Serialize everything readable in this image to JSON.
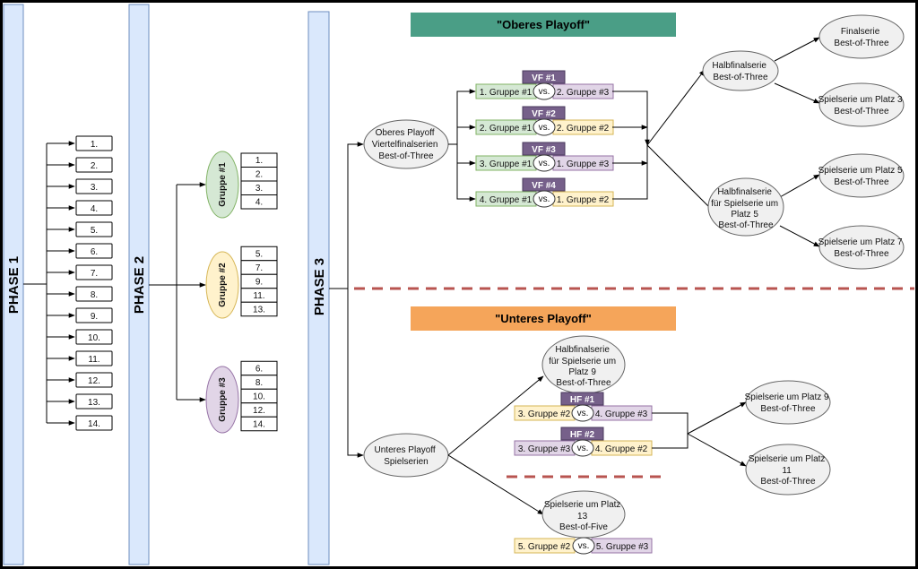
{
  "phases": {
    "p1": "PHASE 1",
    "p2": "PHASE 2",
    "p3": "PHASE 3"
  },
  "phase1_slots": [
    "1.",
    "2.",
    "3.",
    "4.",
    "5.",
    "6.",
    "7.",
    "8.",
    "9.",
    "10.",
    "11.",
    "12.",
    "13.",
    "14."
  ],
  "phase2": {
    "groups": [
      {
        "name": "Gruppe #1",
        "slots": [
          "1.",
          "2.",
          "3.",
          "4."
        ]
      },
      {
        "name": "Gruppe #2",
        "slots": [
          "5.",
          "7.",
          "9.",
          "11.",
          "13."
        ]
      },
      {
        "name": "Gruppe #3",
        "slots": [
          "6.",
          "8.",
          "10.",
          "12.",
          "14."
        ]
      }
    ]
  },
  "upper": {
    "title": "\"Oberes Playoff\"",
    "root": [
      "Oberes Playoff",
      "Viertelfinalserien",
      "Best-of-Three"
    ],
    "vs": "vs.",
    "matches": [
      {
        "label": "VF #1",
        "a": "1. Gruppe #1",
        "b": "2. Gruppe #3"
      },
      {
        "label": "VF #2",
        "a": "2. Gruppe #1",
        "b": "2. Gruppe #2"
      },
      {
        "label": "VF #3",
        "a": "3. Gruppe #1",
        "b": "1. Gruppe #3"
      },
      {
        "label": "VF #4",
        "a": "4. Gruppe #1",
        "b": "1. Gruppe #2"
      }
    ],
    "semi1": [
      "Halbfinalserie",
      "Best-of-Three"
    ],
    "semi2": [
      "Halbfinalserie",
      "für Spielserie um",
      "Platz 5",
      "Best-of-Three"
    ],
    "final": [
      "Finalserie",
      "Best-of-Three"
    ],
    "p3": [
      "Spielserie um Platz 3",
      "Best-of-Three"
    ],
    "p5": [
      "Spielserie um Platz 5",
      "Best-of-Three"
    ],
    "p7": [
      "Spielserie um Platz 7",
      "Best-of-Three"
    ]
  },
  "lower": {
    "title": "\"Unteres Playoff\"",
    "root": [
      "Unteres Playoff",
      "Spielserien"
    ],
    "semi": [
      "Halbfinalserie",
      "für Spielserie um",
      "Platz 9",
      "Best-of-Three"
    ],
    "vs": "vs.",
    "matches": [
      {
        "label": "HF #1",
        "a": "3. Gruppe #2",
        "b": "4. Gruppe #3"
      },
      {
        "label": "HF #2",
        "a": "3. Gruppe #3",
        "b": "4. Gruppe #2"
      }
    ],
    "p9": [
      "Spielserie um Platz 9",
      "Best-of-Three"
    ],
    "p11": [
      "Spielserie um Platz",
      "11",
      "Best-of-Three"
    ],
    "p13": [
      "Spielserie um Platz",
      "13",
      "Best-of-Five"
    ],
    "p13_match": {
      "a": "5. Gruppe #2",
      "b": "5. Gruppe #3"
    }
  },
  "colors": {
    "phase_bar": "#dae8fc",
    "phase_border": "#6c8ebf",
    "green": "#d5e8d4",
    "green_border": "#82b366",
    "yellow": "#fff2cc",
    "yellow_border": "#d6b656",
    "purple": "#e1d5e7",
    "purple_border": "#9673a6",
    "vf_badge": "#76608a",
    "upper_title_bg": "#4a9e86",
    "lower_title_bg": "#f5a55a",
    "ellipse": "#f0f0f0",
    "dash": "#b85450"
  }
}
